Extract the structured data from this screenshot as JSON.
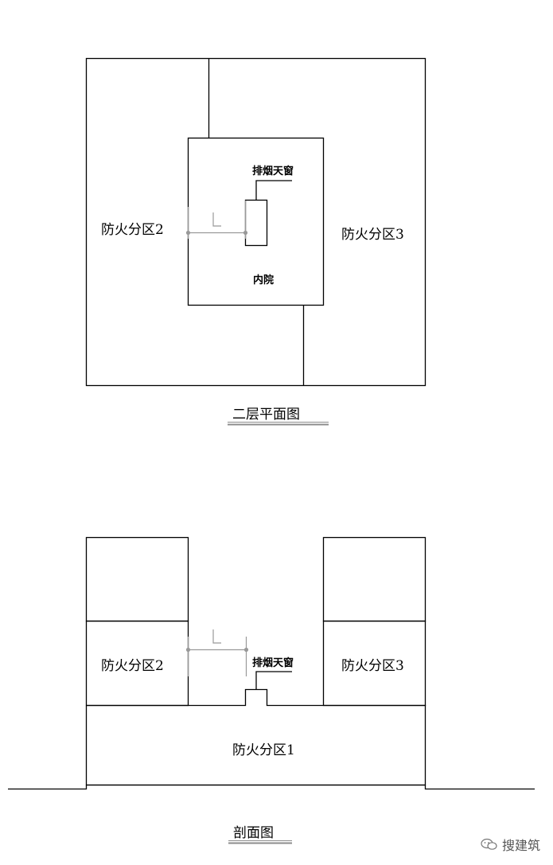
{
  "plan": {
    "title": "二层平面图",
    "zone_left": "防火分区2",
    "zone_right": "防火分区3",
    "smoke_window": "排烟天窗",
    "courtyard": "内院",
    "dimension": "L"
  },
  "section": {
    "title": "剖面图",
    "zone_left": "防火分区2",
    "zone_right": "防火分区3",
    "zone_bottom": "防火分区1",
    "smoke_window": "排烟天窗",
    "dimension": "L"
  },
  "watermark": {
    "text": "搜建筑",
    "icon": "wechat-icon"
  },
  "colors": {
    "line": "#000000",
    "dimension": "#999999",
    "title_underline": "#8c8c8c"
  }
}
